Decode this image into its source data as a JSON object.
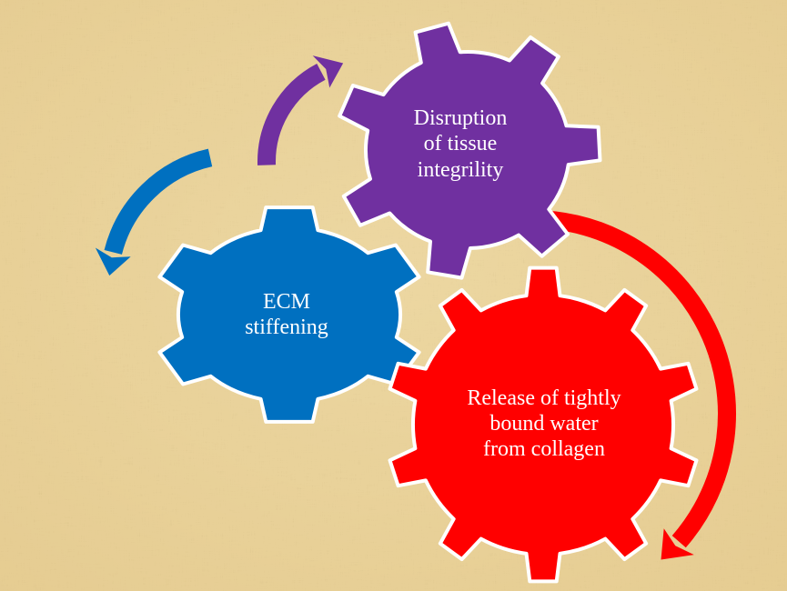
{
  "diagram": {
    "type": "gear-cycle",
    "background": "papyrus-texture",
    "colors": {
      "background_base": "#E9D29A",
      "background_light": "#F2DFAE",
      "background_dark": "#D4B673",
      "gear_outline": "#FFFFFF",
      "purple": "#7030A0",
      "blue": "#0070C0",
      "red": "#FF0000",
      "label_text": "#FFFFFF"
    },
    "gears": [
      {
        "id": "purple",
        "name": "disruption-gear",
        "color": "#7030A0",
        "teeth": 7,
        "label_lines": [
          "Disruption",
          "of tissue",
          "integrility"
        ]
      },
      {
        "id": "blue",
        "name": "ecm-gear",
        "color": "#0070C0",
        "teeth": 6,
        "label_lines": [
          "ECM",
          "stiffening"
        ]
      },
      {
        "id": "red",
        "name": "release-gear",
        "color": "#FF0000",
        "teeth": 10,
        "label_lines": [
          "Release of tightly",
          "bound water",
          "from collagen"
        ]
      }
    ],
    "arrows": [
      {
        "id": "purple-arrow",
        "color": "#7030A0",
        "direction": "curving up-right toward purple gear"
      },
      {
        "id": "blue-arrow",
        "color": "#0070C0",
        "direction": "curving down-left"
      },
      {
        "id": "red-arrow",
        "color": "#FF0000",
        "direction": "clockwise around red gear, pointing down-left"
      }
    ]
  }
}
